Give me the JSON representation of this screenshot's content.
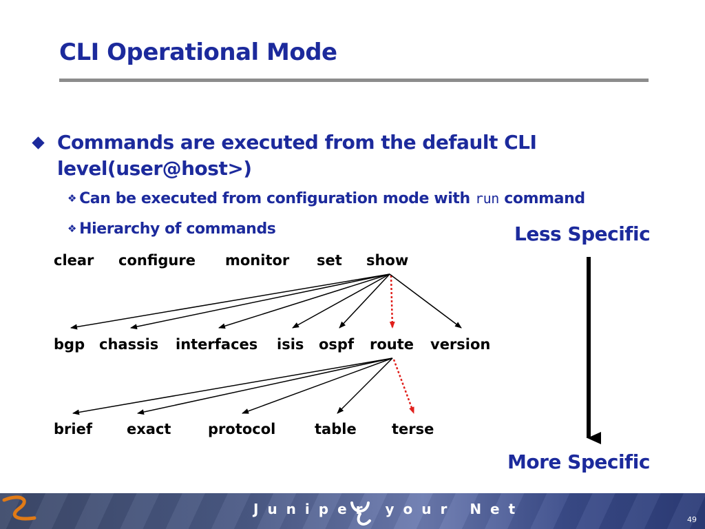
{
  "slide": {
    "title": "CLI Operational Mode",
    "bullet": "Commands are executed from the default CLI level(user@host>)",
    "sub1": {
      "before": "Can be executed from configuration mode with",
      "code": "run",
      "after": "command"
    },
    "sub2": "Hierarchy of commands",
    "sub_marker": "❖"
  },
  "side": {
    "less": "Less Specific",
    "more": "More Specific"
  },
  "tree": {
    "level1": [
      "clear",
      "configure",
      "monitor",
      "set",
      "show"
    ],
    "level2": [
      "bgp",
      "chassis",
      "interfaces",
      "isis",
      "ospf",
      "route",
      "version"
    ],
    "level3": [
      "brief",
      "exact",
      "protocol",
      "table",
      "terse"
    ],
    "highlight_path": [
      "show",
      "route",
      "terse"
    ],
    "highlight_color": "#e0201c"
  },
  "footer": {
    "logo_text": "Juniper your Net",
    "page_number": "49"
  }
}
